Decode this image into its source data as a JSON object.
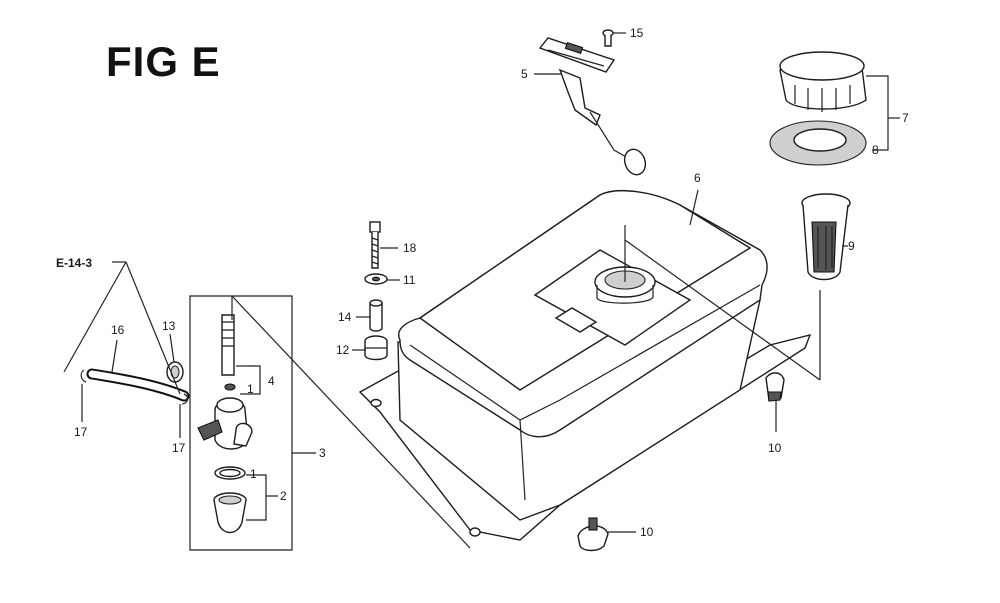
{
  "figure": {
    "title": "FIG E",
    "ref": "E-14-3"
  },
  "callouts": {
    "p1a": "1",
    "p1b": "1",
    "p2": "2",
    "p3": "3",
    "p4": "4",
    "p5": "5",
    "p6": "6",
    "p7": "7",
    "p8": "8",
    "p9": "9",
    "p10a": "10",
    "p10b": "10",
    "p11": "11",
    "p12": "12",
    "p13": "13",
    "p14": "14",
    "p15": "15",
    "p16": "16",
    "p17a": "17",
    "p17b": "17",
    "p18": "18"
  }
}
